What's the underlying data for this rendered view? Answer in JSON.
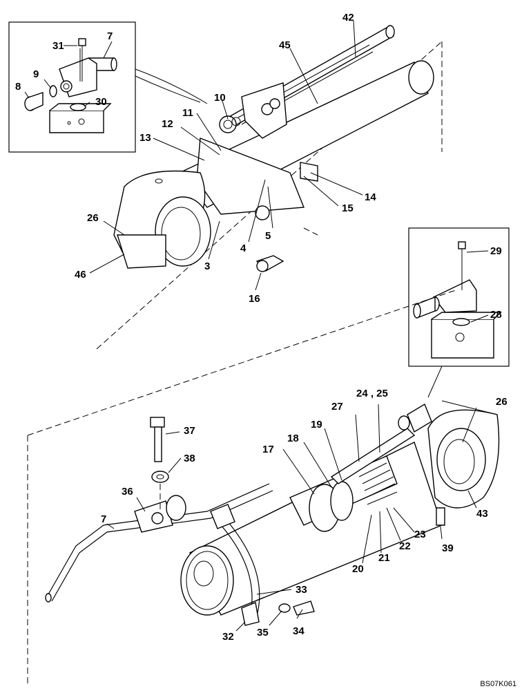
{
  "diagram": {
    "drawing_code": "BS07K061",
    "callouts": [
      {
        "id": "c7a",
        "text": "7"
      },
      {
        "id": "c31",
        "text": "31"
      },
      {
        "id": "c9",
        "text": "9"
      },
      {
        "id": "c8",
        "text": "8"
      },
      {
        "id": "c30",
        "text": "30"
      },
      {
        "id": "c42",
        "text": "42"
      },
      {
        "id": "c45",
        "text": "45"
      },
      {
        "id": "c10",
        "text": "10"
      },
      {
        "id": "c11",
        "text": "11"
      },
      {
        "id": "c12",
        "text": "12"
      },
      {
        "id": "c13",
        "text": "13"
      },
      {
        "id": "c14",
        "text": "14"
      },
      {
        "id": "c15",
        "text": "15"
      },
      {
        "id": "c26a",
        "text": "26"
      },
      {
        "id": "c46",
        "text": "46"
      },
      {
        "id": "c3",
        "text": "3"
      },
      {
        "id": "c4",
        "text": "4"
      },
      {
        "id": "c5",
        "text": "5"
      },
      {
        "id": "c16",
        "text": "16"
      },
      {
        "id": "c29",
        "text": "29"
      },
      {
        "id": "c28",
        "text": "28"
      },
      {
        "id": "c2425",
        "text": "24 , 25"
      },
      {
        "id": "c27",
        "text": "27"
      },
      {
        "id": "c26b",
        "text": "26"
      },
      {
        "id": "c19",
        "text": "19"
      },
      {
        "id": "c18",
        "text": "18"
      },
      {
        "id": "c17",
        "text": "17"
      },
      {
        "id": "c37",
        "text": "37"
      },
      {
        "id": "c38",
        "text": "38"
      },
      {
        "id": "c36",
        "text": "36"
      },
      {
        "id": "c7b",
        "text": "7"
      },
      {
        "id": "c43",
        "text": "43"
      },
      {
        "id": "c23",
        "text": "23"
      },
      {
        "id": "c22",
        "text": "22"
      },
      {
        "id": "c21",
        "text": "21"
      },
      {
        "id": "c20",
        "text": "20"
      },
      {
        "id": "c39",
        "text": "39"
      },
      {
        "id": "c33",
        "text": "33"
      },
      {
        "id": "c32",
        "text": "32"
      },
      {
        "id": "c35",
        "text": "35"
      },
      {
        "id": "c34",
        "text": "34"
      }
    ]
  }
}
